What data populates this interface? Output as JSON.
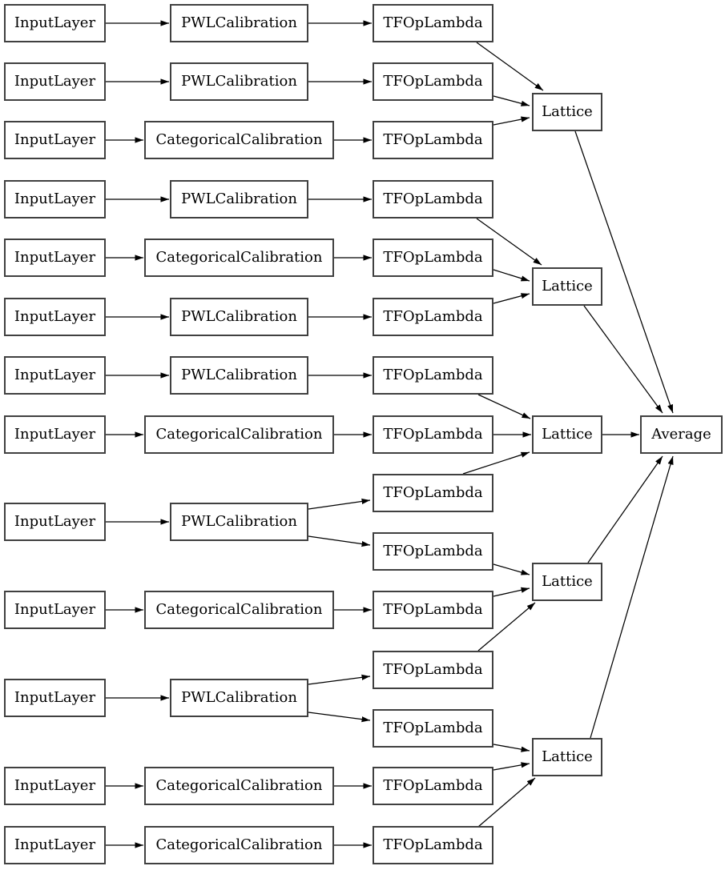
{
  "diagram": {
    "description": "Model architecture graph",
    "colors": {
      "background": "#ffffff",
      "node_fill": "#ffffff",
      "node_border": "#404040",
      "edge": "#000000",
      "text": "#000000"
    },
    "nodes": [
      {
        "id": "in1",
        "label": "InputLayer"
      },
      {
        "id": "in2",
        "label": "InputLayer"
      },
      {
        "id": "in3",
        "label": "InputLayer"
      },
      {
        "id": "in4",
        "label": "InputLayer"
      },
      {
        "id": "in5",
        "label": "InputLayer"
      },
      {
        "id": "in6",
        "label": "InputLayer"
      },
      {
        "id": "in7",
        "label": "InputLayer"
      },
      {
        "id": "in8",
        "label": "InputLayer"
      },
      {
        "id": "in9",
        "label": "InputLayer"
      },
      {
        "id": "in10",
        "label": "InputLayer"
      },
      {
        "id": "in11",
        "label": "InputLayer"
      },
      {
        "id": "in12",
        "label": "InputLayer"
      },
      {
        "id": "in13",
        "label": "InputLayer"
      },
      {
        "id": "cal1",
        "label": "PWLCalibration"
      },
      {
        "id": "cal2",
        "label": "PWLCalibration"
      },
      {
        "id": "cal3",
        "label": "CategoricalCalibration"
      },
      {
        "id": "cal4",
        "label": "PWLCalibration"
      },
      {
        "id": "cal5",
        "label": "CategoricalCalibration"
      },
      {
        "id": "cal6",
        "label": "PWLCalibration"
      },
      {
        "id": "cal7",
        "label": "PWLCalibration"
      },
      {
        "id": "cal8",
        "label": "CategoricalCalibration"
      },
      {
        "id": "cal9",
        "label": "PWLCalibration"
      },
      {
        "id": "cal10",
        "label": "CategoricalCalibration"
      },
      {
        "id": "cal11",
        "label": "PWLCalibration"
      },
      {
        "id": "cal12",
        "label": "CategoricalCalibration"
      },
      {
        "id": "cal13",
        "label": "CategoricalCalibration"
      },
      {
        "id": "tf1",
        "label": "TFOpLambda"
      },
      {
        "id": "tf2",
        "label": "TFOpLambda"
      },
      {
        "id": "tf3",
        "label": "TFOpLambda"
      },
      {
        "id": "tf4",
        "label": "TFOpLambda"
      },
      {
        "id": "tf5",
        "label": "TFOpLambda"
      },
      {
        "id": "tf6",
        "label": "TFOpLambda"
      },
      {
        "id": "tf7",
        "label": "TFOpLambda"
      },
      {
        "id": "tf8",
        "label": "TFOpLambda"
      },
      {
        "id": "tf9",
        "label": "TFOpLambda"
      },
      {
        "id": "tf10",
        "label": "TFOpLambda"
      },
      {
        "id": "tf11",
        "label": "TFOpLambda"
      },
      {
        "id": "tf12",
        "label": "TFOpLambda"
      },
      {
        "id": "tf13",
        "label": "TFOpLambda"
      },
      {
        "id": "tf14",
        "label": "TFOpLambda"
      },
      {
        "id": "tf15",
        "label": "TFOpLambda"
      },
      {
        "id": "lat1",
        "label": "Lattice"
      },
      {
        "id": "lat2",
        "label": "Lattice"
      },
      {
        "id": "lat3",
        "label": "Lattice"
      },
      {
        "id": "lat4",
        "label": "Lattice"
      },
      {
        "id": "lat5",
        "label": "Lattice"
      },
      {
        "id": "avg",
        "label": "Average"
      }
    ],
    "edges": [
      {
        "from": "in1",
        "to": "cal1"
      },
      {
        "from": "in2",
        "to": "cal2"
      },
      {
        "from": "in3",
        "to": "cal3"
      },
      {
        "from": "in4",
        "to": "cal4"
      },
      {
        "from": "in5",
        "to": "cal5"
      },
      {
        "from": "in6",
        "to": "cal6"
      },
      {
        "from": "in7",
        "to": "cal7"
      },
      {
        "from": "in8",
        "to": "cal8"
      },
      {
        "from": "in9",
        "to": "cal9"
      },
      {
        "from": "in10",
        "to": "cal10"
      },
      {
        "from": "in11",
        "to": "cal11"
      },
      {
        "from": "in12",
        "to": "cal12"
      },
      {
        "from": "in13",
        "to": "cal13"
      },
      {
        "from": "cal1",
        "to": "tf1"
      },
      {
        "from": "cal2",
        "to": "tf2"
      },
      {
        "from": "cal3",
        "to": "tf3"
      },
      {
        "from": "cal4",
        "to": "tf4"
      },
      {
        "from": "cal5",
        "to": "tf5"
      },
      {
        "from": "cal6",
        "to": "tf6"
      },
      {
        "from": "cal7",
        "to": "tf7"
      },
      {
        "from": "cal8",
        "to": "tf8"
      },
      {
        "from": "cal9",
        "to": "tf9"
      },
      {
        "from": "cal9",
        "to": "tf10"
      },
      {
        "from": "cal10",
        "to": "tf11"
      },
      {
        "from": "cal11",
        "to": "tf12"
      },
      {
        "from": "cal11",
        "to": "tf13"
      },
      {
        "from": "cal12",
        "to": "tf14"
      },
      {
        "from": "cal13",
        "to": "tf15"
      },
      {
        "from": "tf1",
        "to": "lat1"
      },
      {
        "from": "tf2",
        "to": "lat1"
      },
      {
        "from": "tf3",
        "to": "lat1"
      },
      {
        "from": "tf4",
        "to": "lat2"
      },
      {
        "from": "tf5",
        "to": "lat2"
      },
      {
        "from": "tf6",
        "to": "lat2"
      },
      {
        "from": "tf7",
        "to": "lat3"
      },
      {
        "from": "tf8",
        "to": "lat3"
      },
      {
        "from": "tf9",
        "to": "lat3"
      },
      {
        "from": "tf10",
        "to": "lat4"
      },
      {
        "from": "tf11",
        "to": "lat4"
      },
      {
        "from": "tf12",
        "to": "lat4"
      },
      {
        "from": "tf13",
        "to": "lat5"
      },
      {
        "from": "tf14",
        "to": "lat5"
      },
      {
        "from": "tf15",
        "to": "lat5"
      },
      {
        "from": "lat1",
        "to": "avg"
      },
      {
        "from": "lat2",
        "to": "avg"
      },
      {
        "from": "lat3",
        "to": "avg"
      },
      {
        "from": "lat4",
        "to": "avg"
      },
      {
        "from": "lat5",
        "to": "avg"
      }
    ]
  }
}
